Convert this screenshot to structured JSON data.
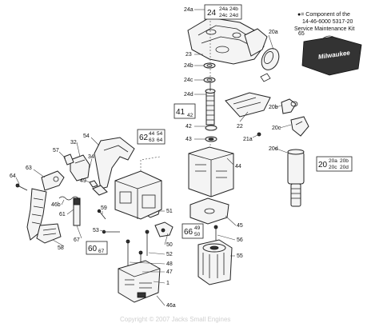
{
  "legend": {
    "bullet": "●",
    "line1": "= Component of the",
    "line2": "14-46-6000 5317-20",
    "line3": "Service Maintenance Kit"
  },
  "kit": {
    "number": "65",
    "brand": "Milwaukee"
  },
  "ref_boxes": {
    "r24": {
      "main": "24",
      "subs": [
        "24a",
        "24b",
        "24c",
        "24d"
      ]
    },
    "r41": {
      "main": "41",
      "subs": [
        "42"
      ]
    },
    "r62": {
      "main": "62",
      "subs": [
        "44",
        "54",
        "63",
        "64"
      ]
    },
    "r66": {
      "main": "66",
      "subs": [
        "49",
        "50"
      ]
    },
    "r60": {
      "main": "60",
      "subs": [
        "67"
      ]
    },
    "r20": {
      "main": "20",
      "subs": [
        "20a",
        "20b",
        "20c",
        "20d"
      ]
    }
  },
  "labels": {
    "l24a": "24a",
    "l20a": "20a",
    "l23": "23",
    "l24b": "24b",
    "l24c": "24c",
    "l24d": "24d",
    "l22": "22",
    "l20b": "20b",
    "l20c": "20c",
    "l21a": "21a",
    "l42": "42",
    "l43": "43",
    "l44": "44",
    "l20d": "20d",
    "l54": "54",
    "l32": "32",
    "l57": "57",
    "l34": "34",
    "l63": "63",
    "l64": "64",
    "l49": "49",
    "l61": "61",
    "l46b": "46b",
    "l59": "59",
    "l51": "51",
    "l50": "50",
    "l45": "45",
    "l53": "53",
    "l67": "67",
    "l58": "58",
    "l52": "52",
    "l56": "56",
    "l48": "48",
    "l55": "55",
    "l47": "47",
    "l46a": "46a",
    "l1": "1"
  },
  "watermark": "Copyright © 2007 Jacks Small Engines"
}
